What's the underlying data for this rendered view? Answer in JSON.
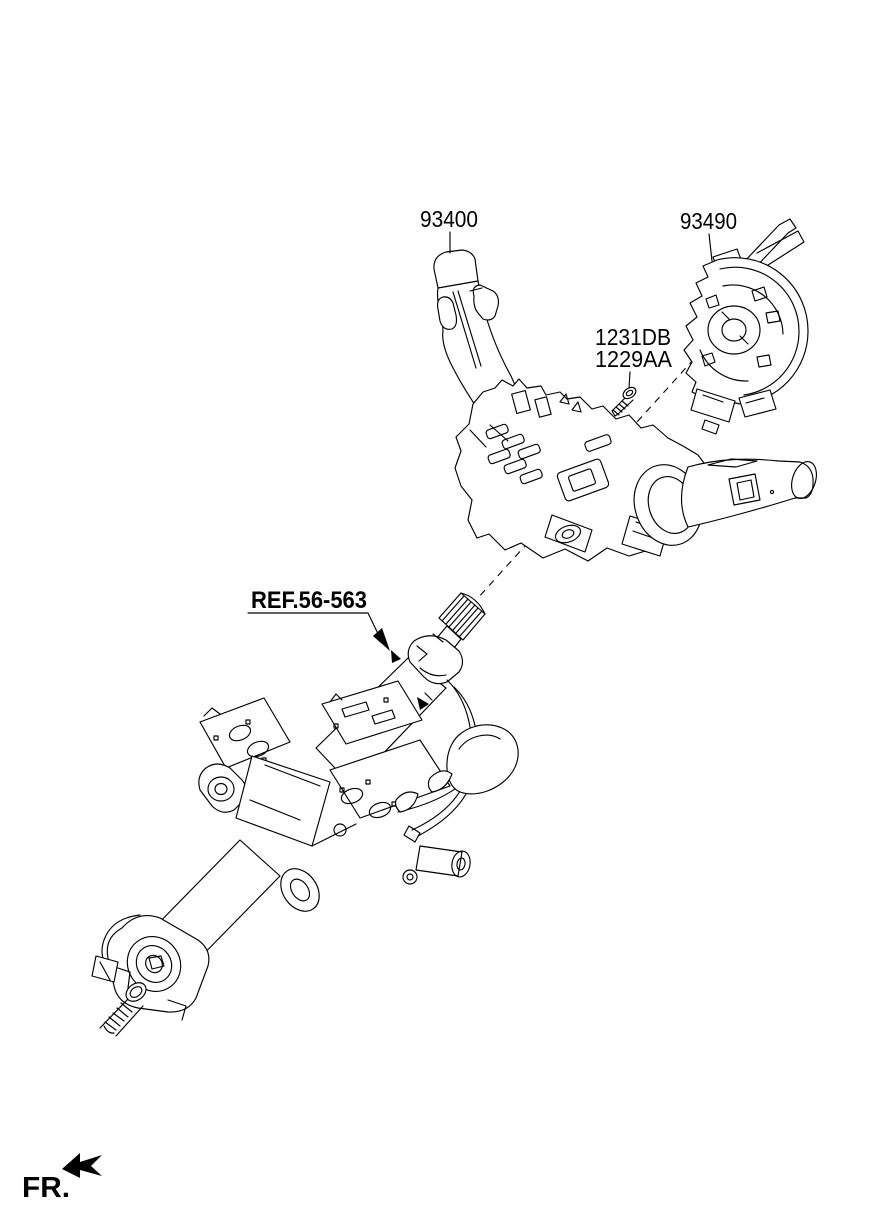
{
  "canvas": {
    "background": "#ffffff",
    "line_color": "#000000"
  },
  "callouts": {
    "lever_switch": {
      "part_number": "93400"
    },
    "clock_spring": {
      "part_number": "93490"
    },
    "screw": {
      "part_numbers": [
        "1231DB",
        "1229AA"
      ]
    },
    "column": {
      "reference": "REF.56-563"
    },
    "orientation": {
      "label": "FR.",
      "icon": "front-direction-arrow"
    }
  }
}
